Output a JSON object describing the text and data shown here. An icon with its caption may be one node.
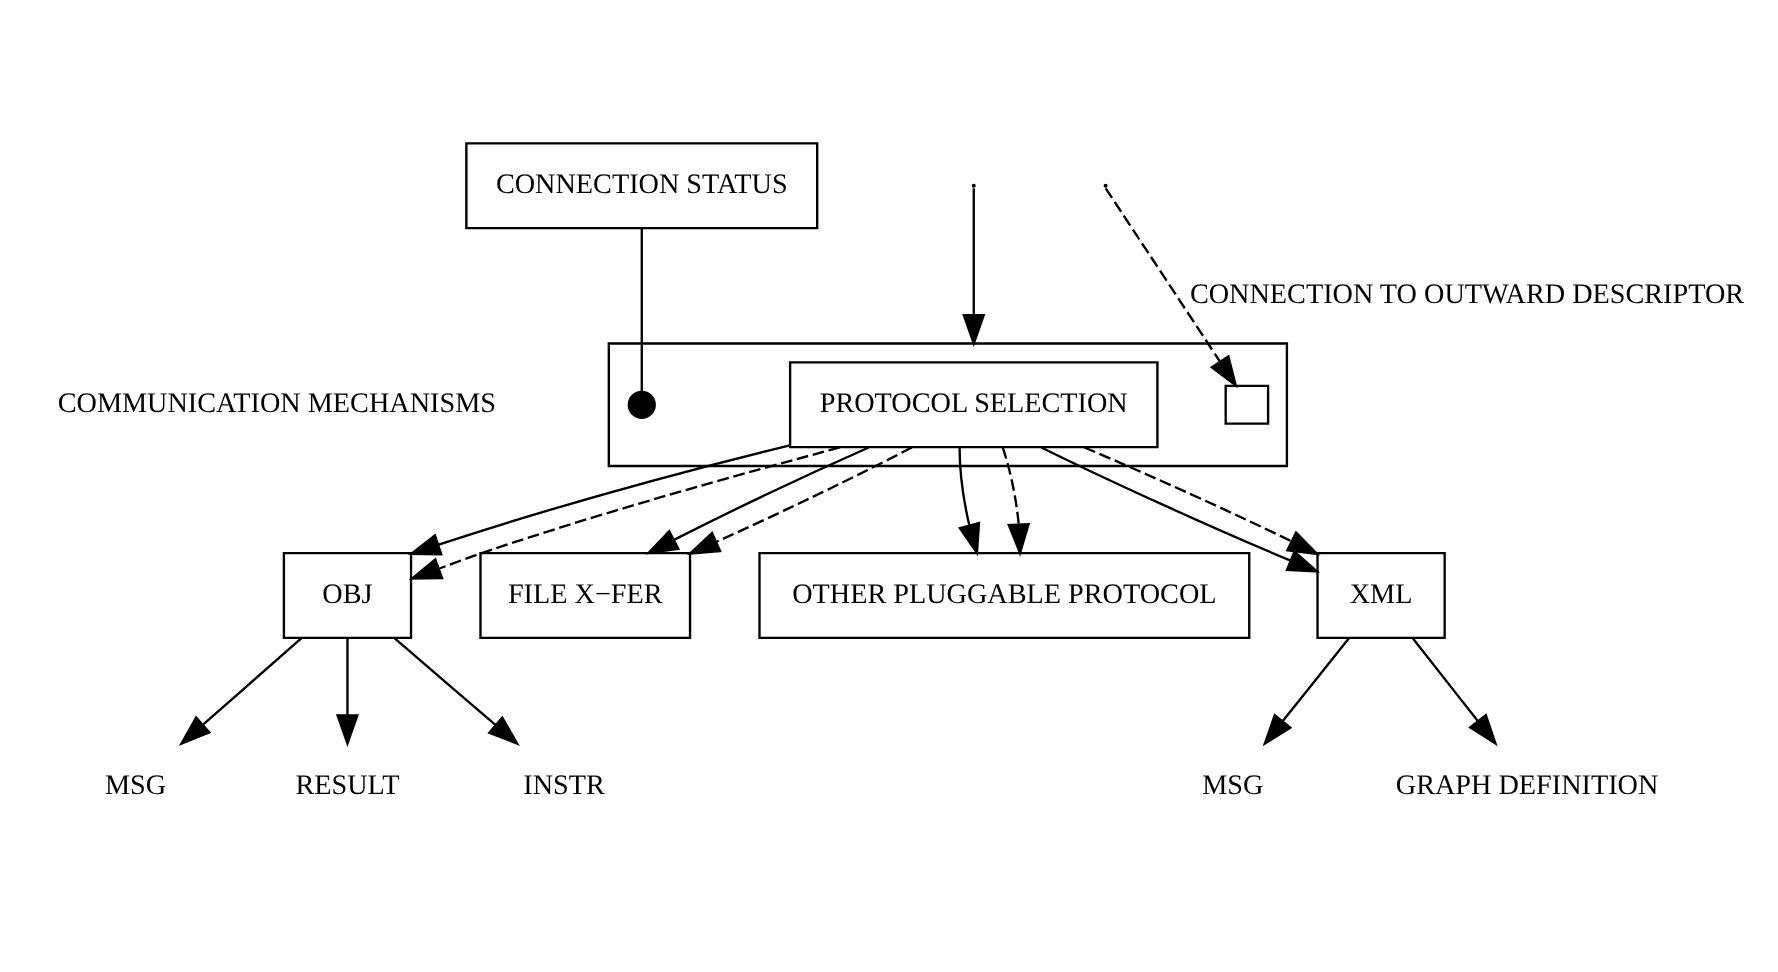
{
  "diagram": {
    "nodes": [
      {
        "text": [],
        "shape": "box"
      },
      {
        "text": [
          "PROTOCOL SELECTION"
        ],
        "in": 0
      },
      {
        "text": [],
        "shape": "circle",
        "in": 0
      },
      {
        "text": [],
        "shape": "box",
        "in": 0
      },
      {
        "text": [
          "CONNECTION STATUS"
        ]
      },
      {
        "text": [
          "OBJ"
        ]
      },
      {
        "text": [
          "XML"
        ]
      },
      {
        "text": [
          "FILE X−FER"
        ]
      },
      {
        "text": [
          "OTHER PLUGGABLE PROTOCOL"
        ]
      },
      {
        "text": [
          "RESULT"
        ]
      },
      {
        "text": [
          "INSTR"
        ]
      },
      {
        "text": [
          "MSG"
        ]
      },
      {
        "text": [
          "GRAPH DEFINITION"
        ]
      },
      {
        "text": [
          "MSG"
        ]
      }
    ],
    "edges": [
      {
        "from": null,
        "to": 0,
        "arrow": "to"
      },
      {
        "from": 4,
        "to": 2,
        "arrow": "none"
      },
      {
        "from": null,
        "to": 3,
        "arrow": "to",
        "style": "dashed",
        "label": "CONNECTION TO OUTWARD DESCRIPTOR"
      },
      {
        "from": 1,
        "to": 5,
        "arrow": "to"
      },
      {
        "from": 1,
        "to": 6,
        "arrow": "to"
      },
      {
        "from": 1,
        "to": 7,
        "arrow": "to"
      },
      {
        "from": 1,
        "to": 8,
        "arrow": "to"
      },
      {
        "from": 1,
        "to": 5,
        "arrow": "to",
        "style": "dashed"
      },
      {
        "from": 1,
        "to": 6,
        "arrow": "to",
        "style": "dashed"
      },
      {
        "from": 1,
        "to": 7,
        "arrow": "to",
        "style": "dashed"
      },
      {
        "from": 1,
        "to": 8,
        "arrow": "to",
        "style": "dashed"
      },
      {
        "from": 5,
        "to": 9,
        "arrow": "to"
      },
      {
        "from": 5,
        "to": 10,
        "arrow": "to"
      },
      {
        "from": 5,
        "to": 11,
        "arrow": "to"
      },
      {
        "from": 6,
        "to": 12,
        "arrow": "to"
      },
      {
        "from": 6,
        "to": 13,
        "arrow": "to"
      }
    ],
    "labels": [
      "COMMUNICATION MECHANISMS"
    ]
  }
}
